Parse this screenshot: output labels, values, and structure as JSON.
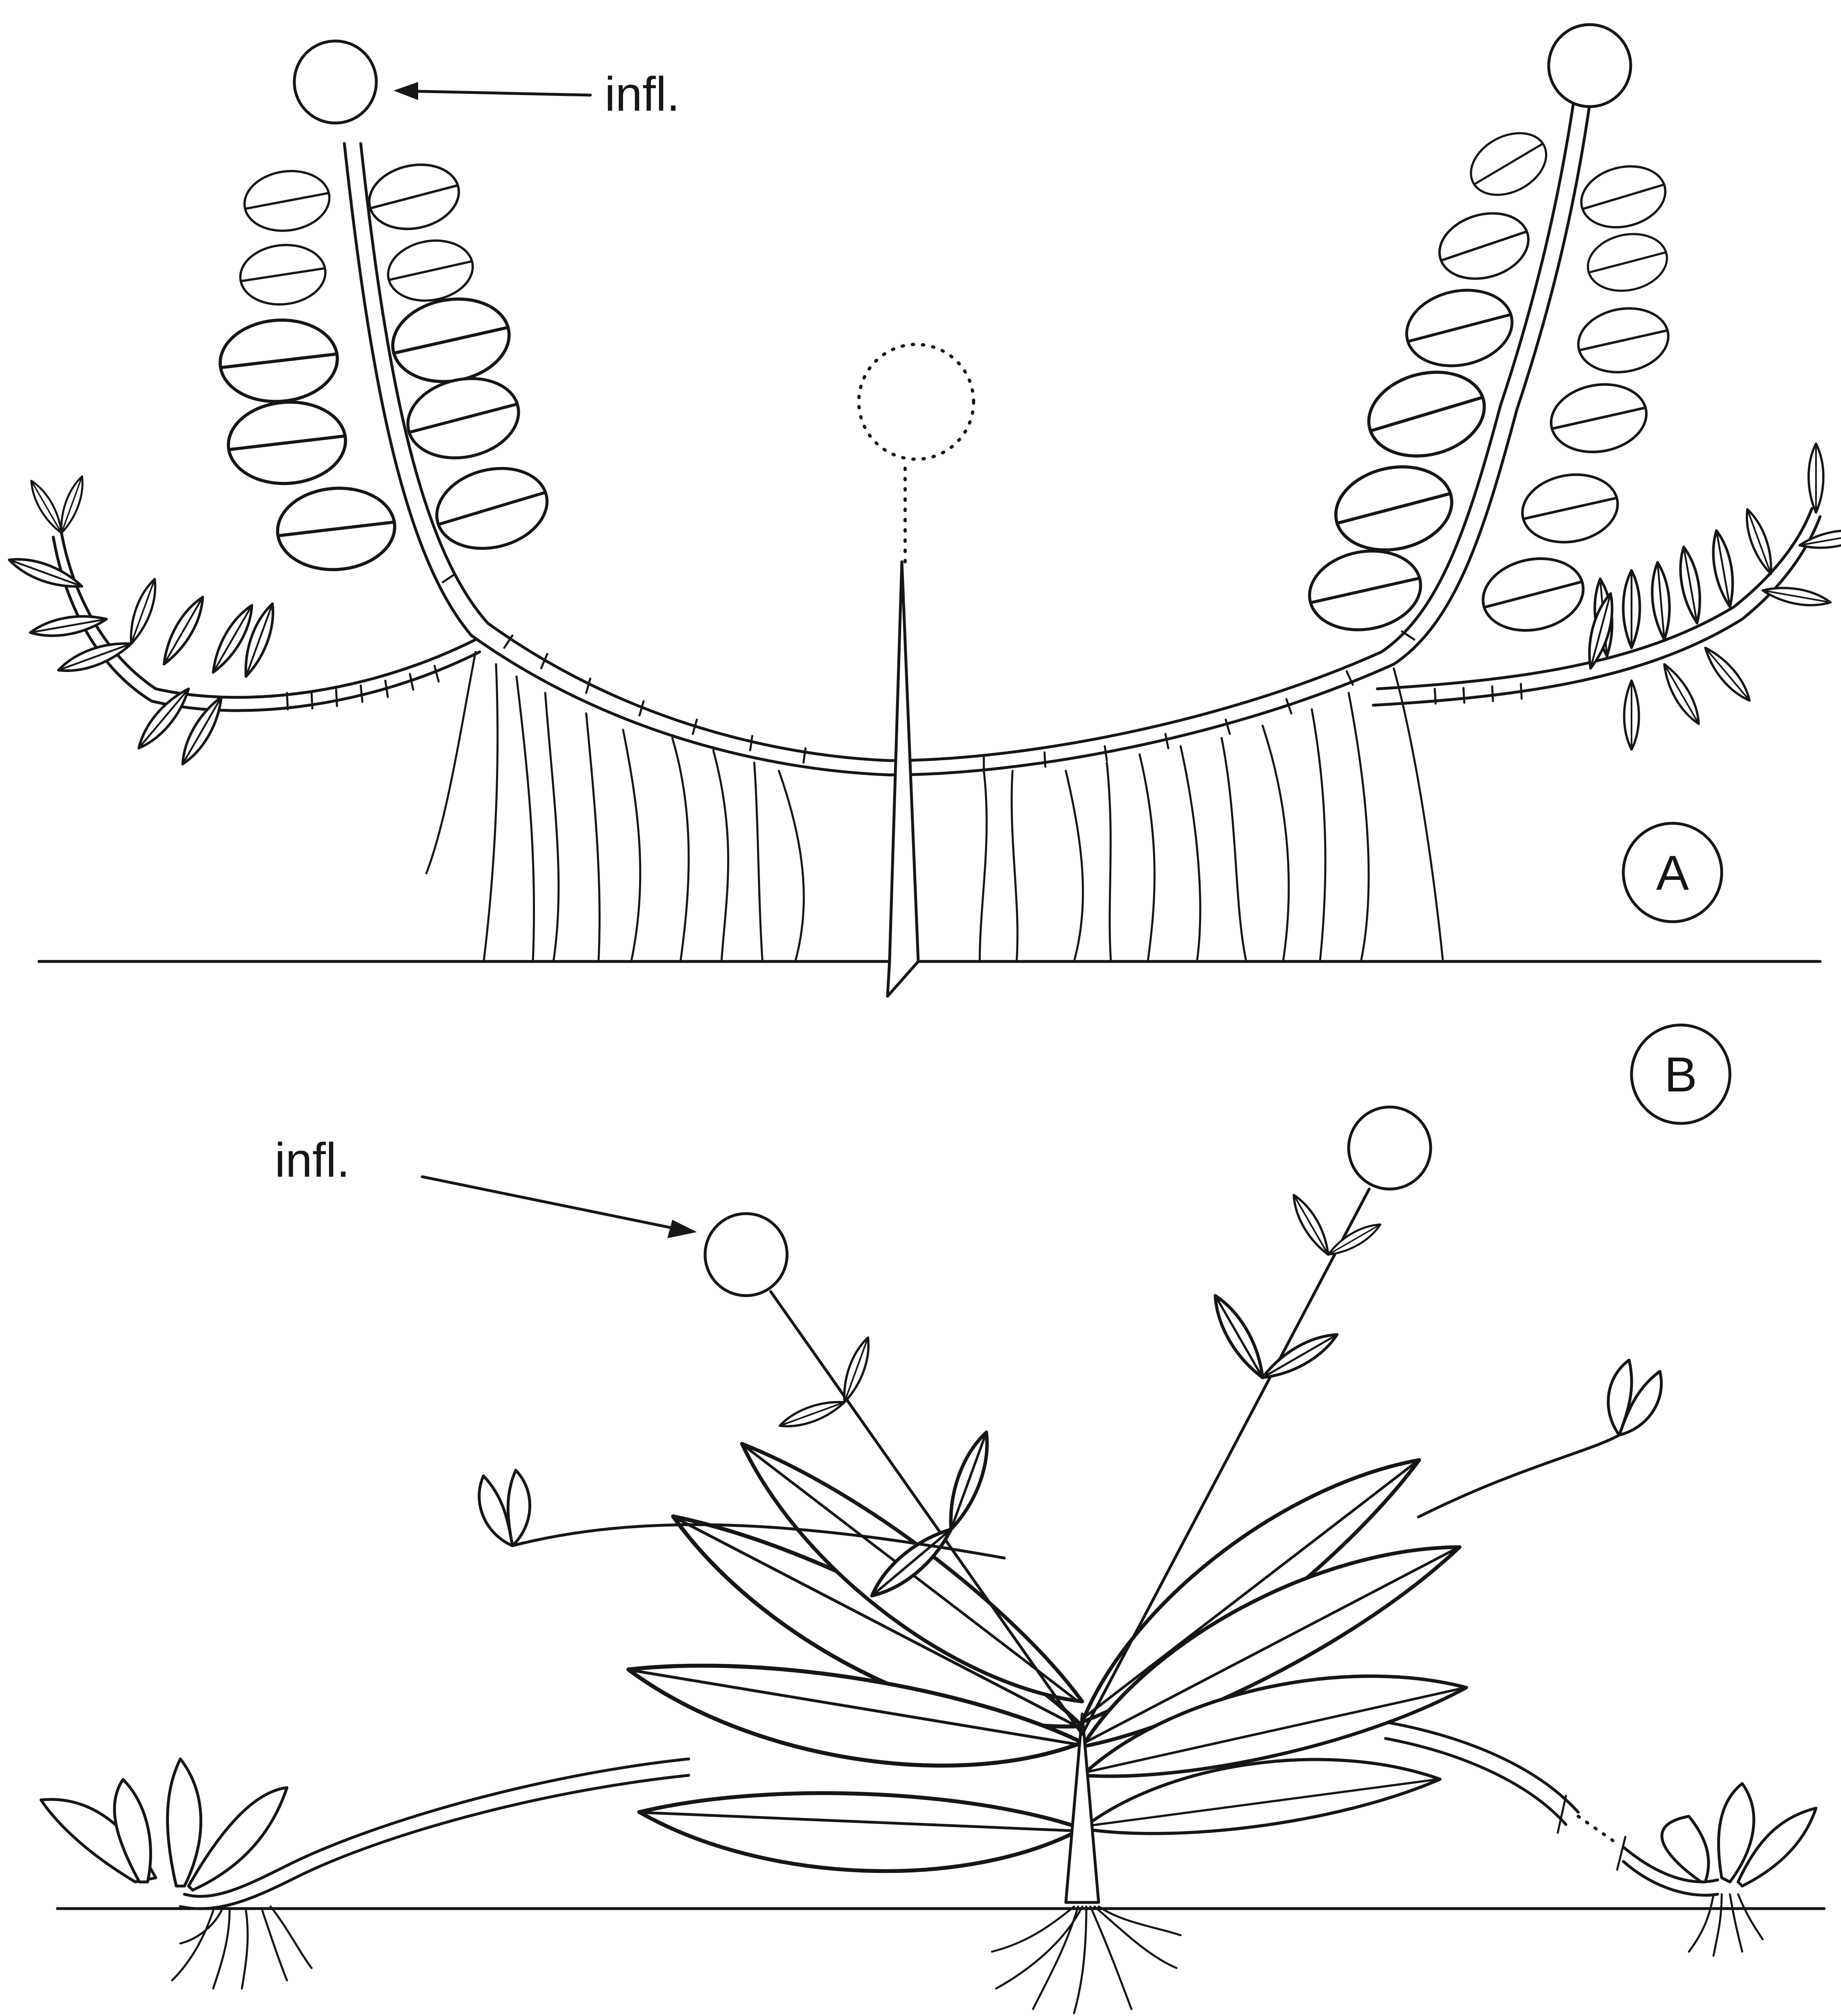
{
  "labels": {
    "infl_top": "infl.",
    "infl_bottom": "infl.",
    "panel_a": "A",
    "panel_b": "B"
  },
  "colors": {
    "ink": "#161616",
    "paper": "#ffffff"
  }
}
